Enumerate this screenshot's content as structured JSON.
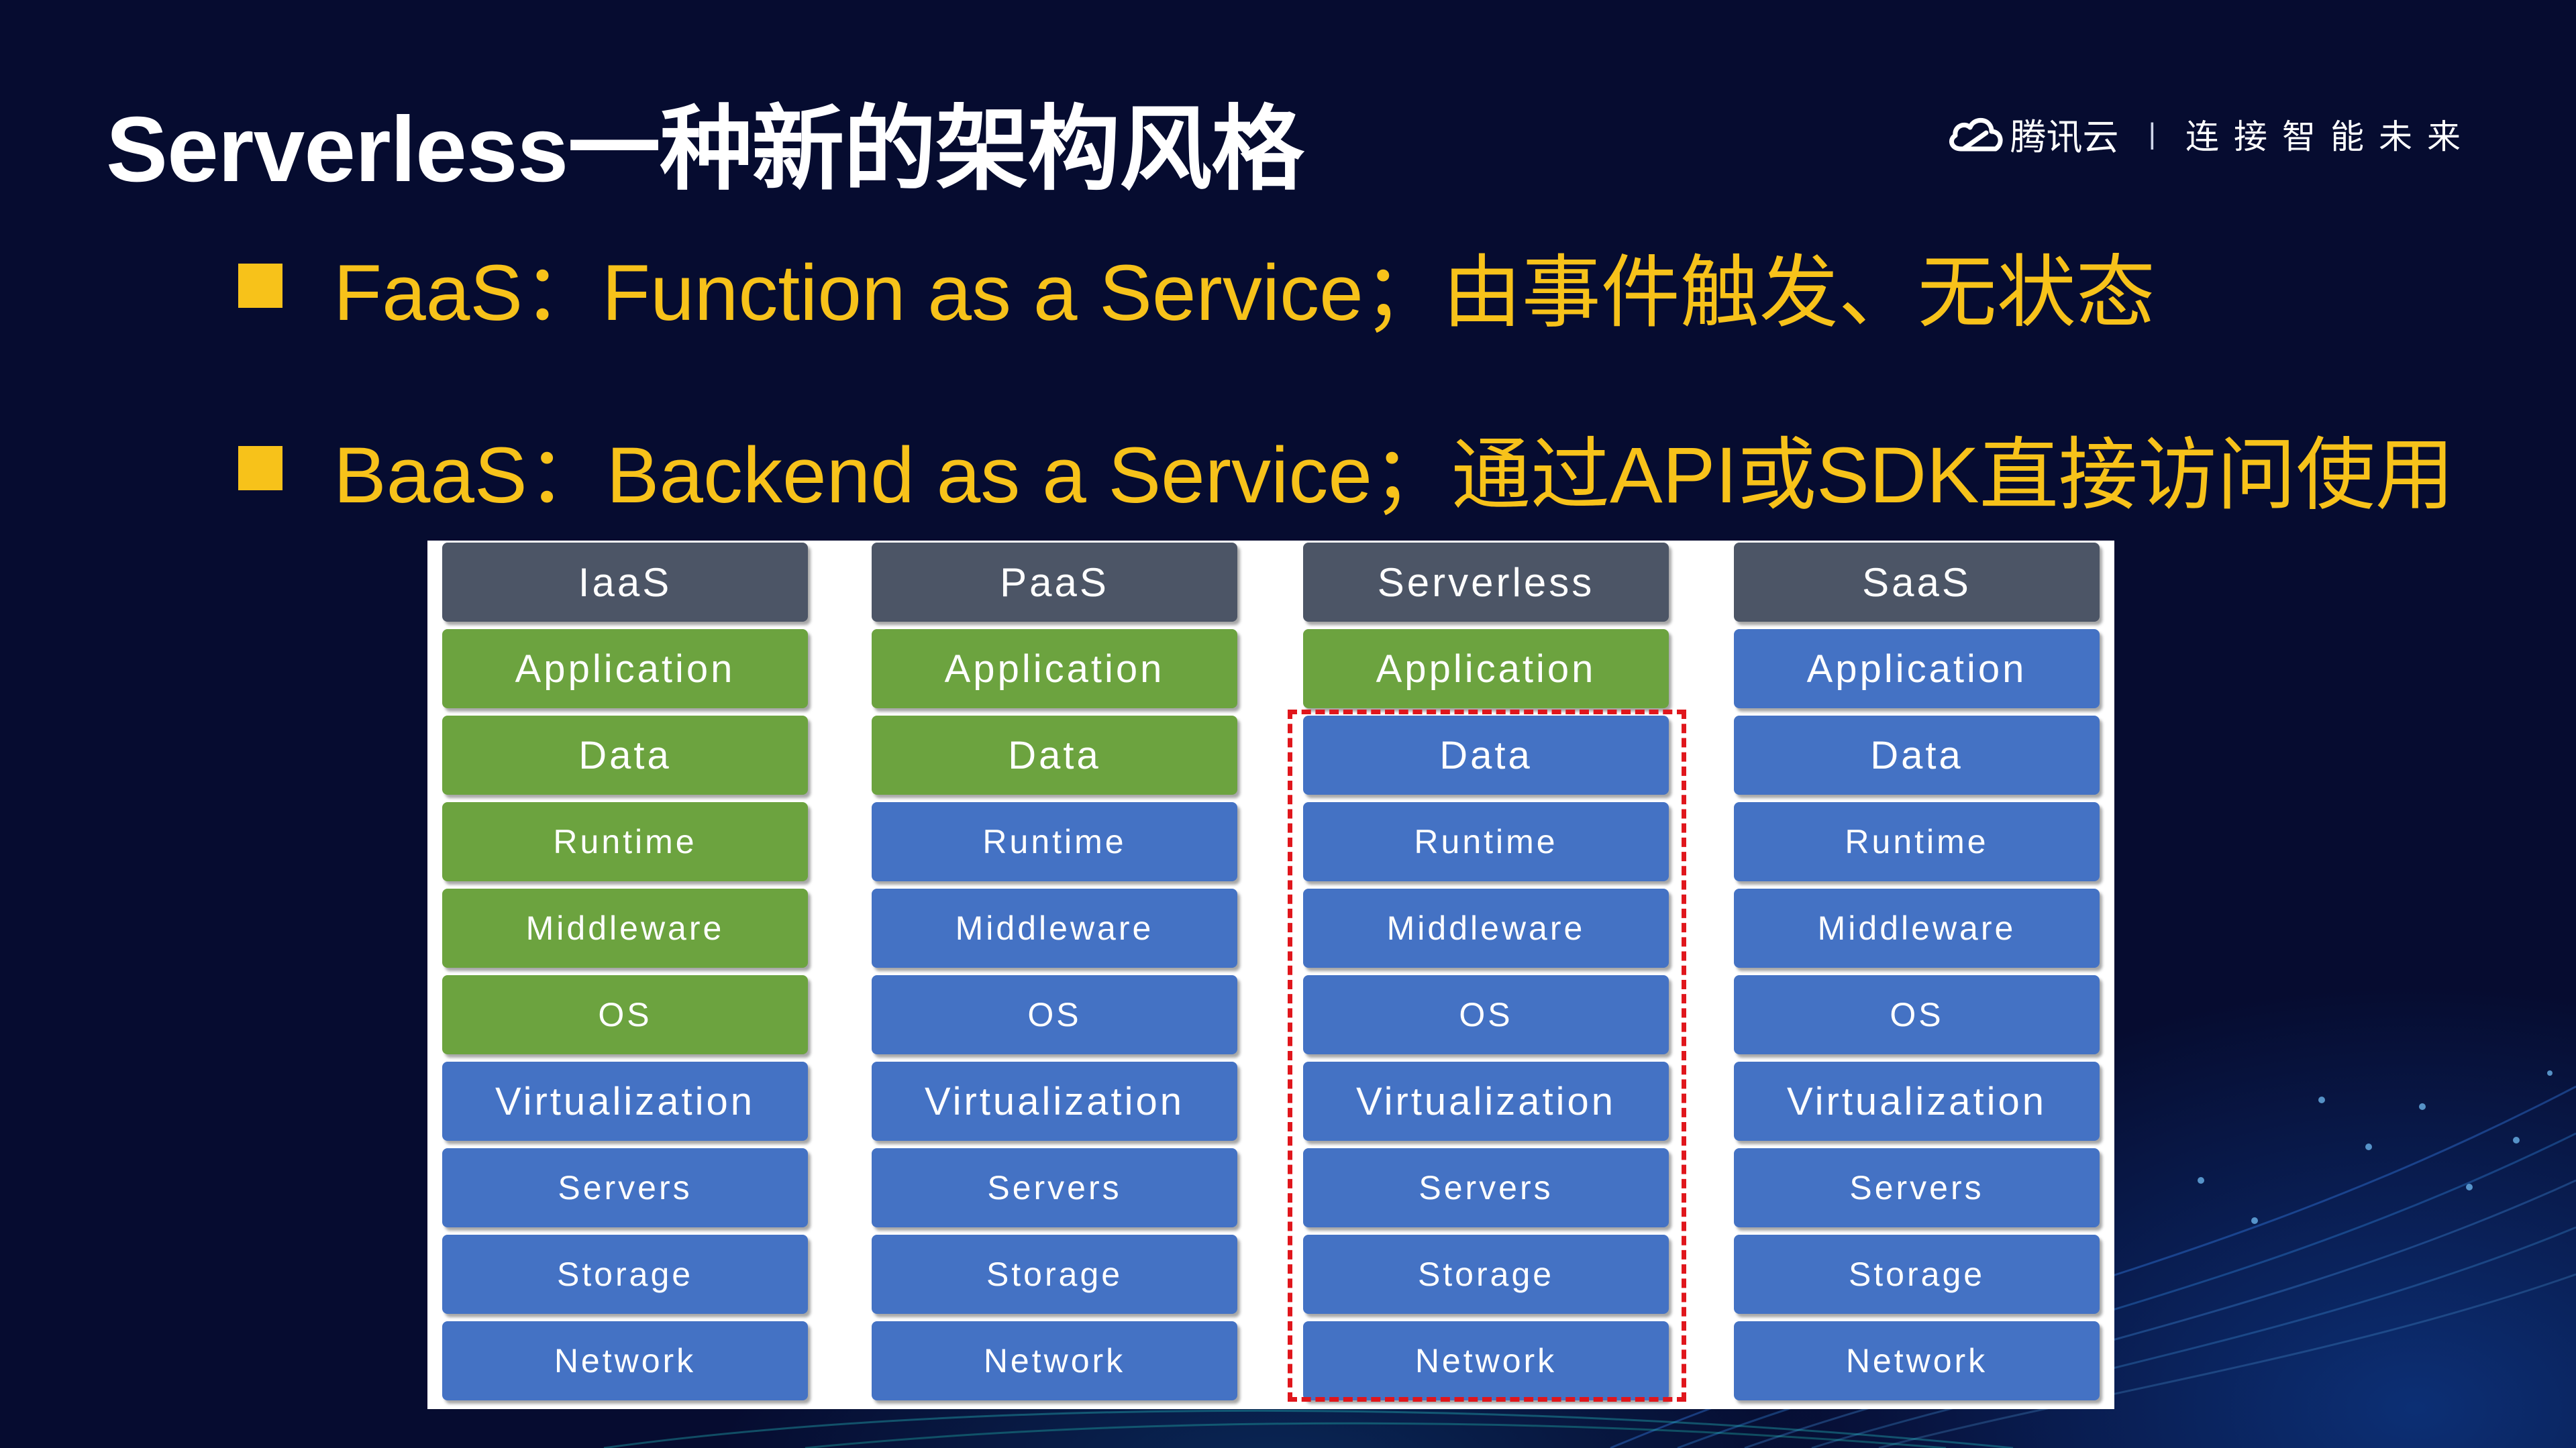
{
  "slide": {
    "title": "Serverless一种新的架构风格",
    "brand": {
      "name": "腾讯云",
      "divider": "|",
      "slogan": "连接智能未来"
    },
    "bullets": [
      "FaaS：Function as a Service；由事件触发、无状态",
      "BaaS：Backend as a Service；通过API或SDK直接访问使用"
    ]
  },
  "diagram": {
    "colors": {
      "header": "#4c5566",
      "customer_managed": "#6ca33f",
      "vendor_managed": "#4472c4",
      "highlight": "#e0161c"
    },
    "columns": [
      {
        "name": "IaaS",
        "layers": [
          {
            "label": "Application",
            "color": "green"
          },
          {
            "label": "Data",
            "color": "green"
          },
          {
            "label": "Runtime",
            "color": "green"
          },
          {
            "label": "Middleware",
            "color": "green"
          },
          {
            "label": "OS",
            "color": "green"
          },
          {
            "label": "Virtualization",
            "color": "blue"
          },
          {
            "label": "Servers",
            "color": "blue"
          },
          {
            "label": "Storage",
            "color": "blue"
          },
          {
            "label": "Network",
            "color": "blue"
          }
        ]
      },
      {
        "name": "PaaS",
        "layers": [
          {
            "label": "Application",
            "color": "green"
          },
          {
            "label": "Data",
            "color": "green"
          },
          {
            "label": "Runtime",
            "color": "blue"
          },
          {
            "label": "Middleware",
            "color": "blue"
          },
          {
            "label": "OS",
            "color": "blue"
          },
          {
            "label": "Virtualization",
            "color": "blue"
          },
          {
            "label": "Servers",
            "color": "blue"
          },
          {
            "label": "Storage",
            "color": "blue"
          },
          {
            "label": "Network",
            "color": "blue"
          }
        ]
      },
      {
        "name": "Serverless",
        "layers": [
          {
            "label": "Application",
            "color": "green"
          },
          {
            "label": "Data",
            "color": "blue"
          },
          {
            "label": "Runtime",
            "color": "blue"
          },
          {
            "label": "Middleware",
            "color": "blue"
          },
          {
            "label": "OS",
            "color": "blue"
          },
          {
            "label": "Virtualization",
            "color": "blue"
          },
          {
            "label": "Servers",
            "color": "blue"
          },
          {
            "label": "Storage",
            "color": "blue"
          },
          {
            "label": "Network",
            "color": "blue"
          }
        ]
      },
      {
        "name": "SaaS",
        "layers": [
          {
            "label": "Application",
            "color": "blue"
          },
          {
            "label": "Data",
            "color": "blue"
          },
          {
            "label": "Runtime",
            "color": "blue"
          },
          {
            "label": "Middleware",
            "color": "blue"
          },
          {
            "label": "OS",
            "color": "blue"
          },
          {
            "label": "Virtualization",
            "color": "blue"
          },
          {
            "label": "Servers",
            "color": "blue"
          },
          {
            "label": "Storage",
            "color": "blue"
          },
          {
            "label": "Network",
            "color": "blue"
          }
        ]
      }
    ]
  }
}
